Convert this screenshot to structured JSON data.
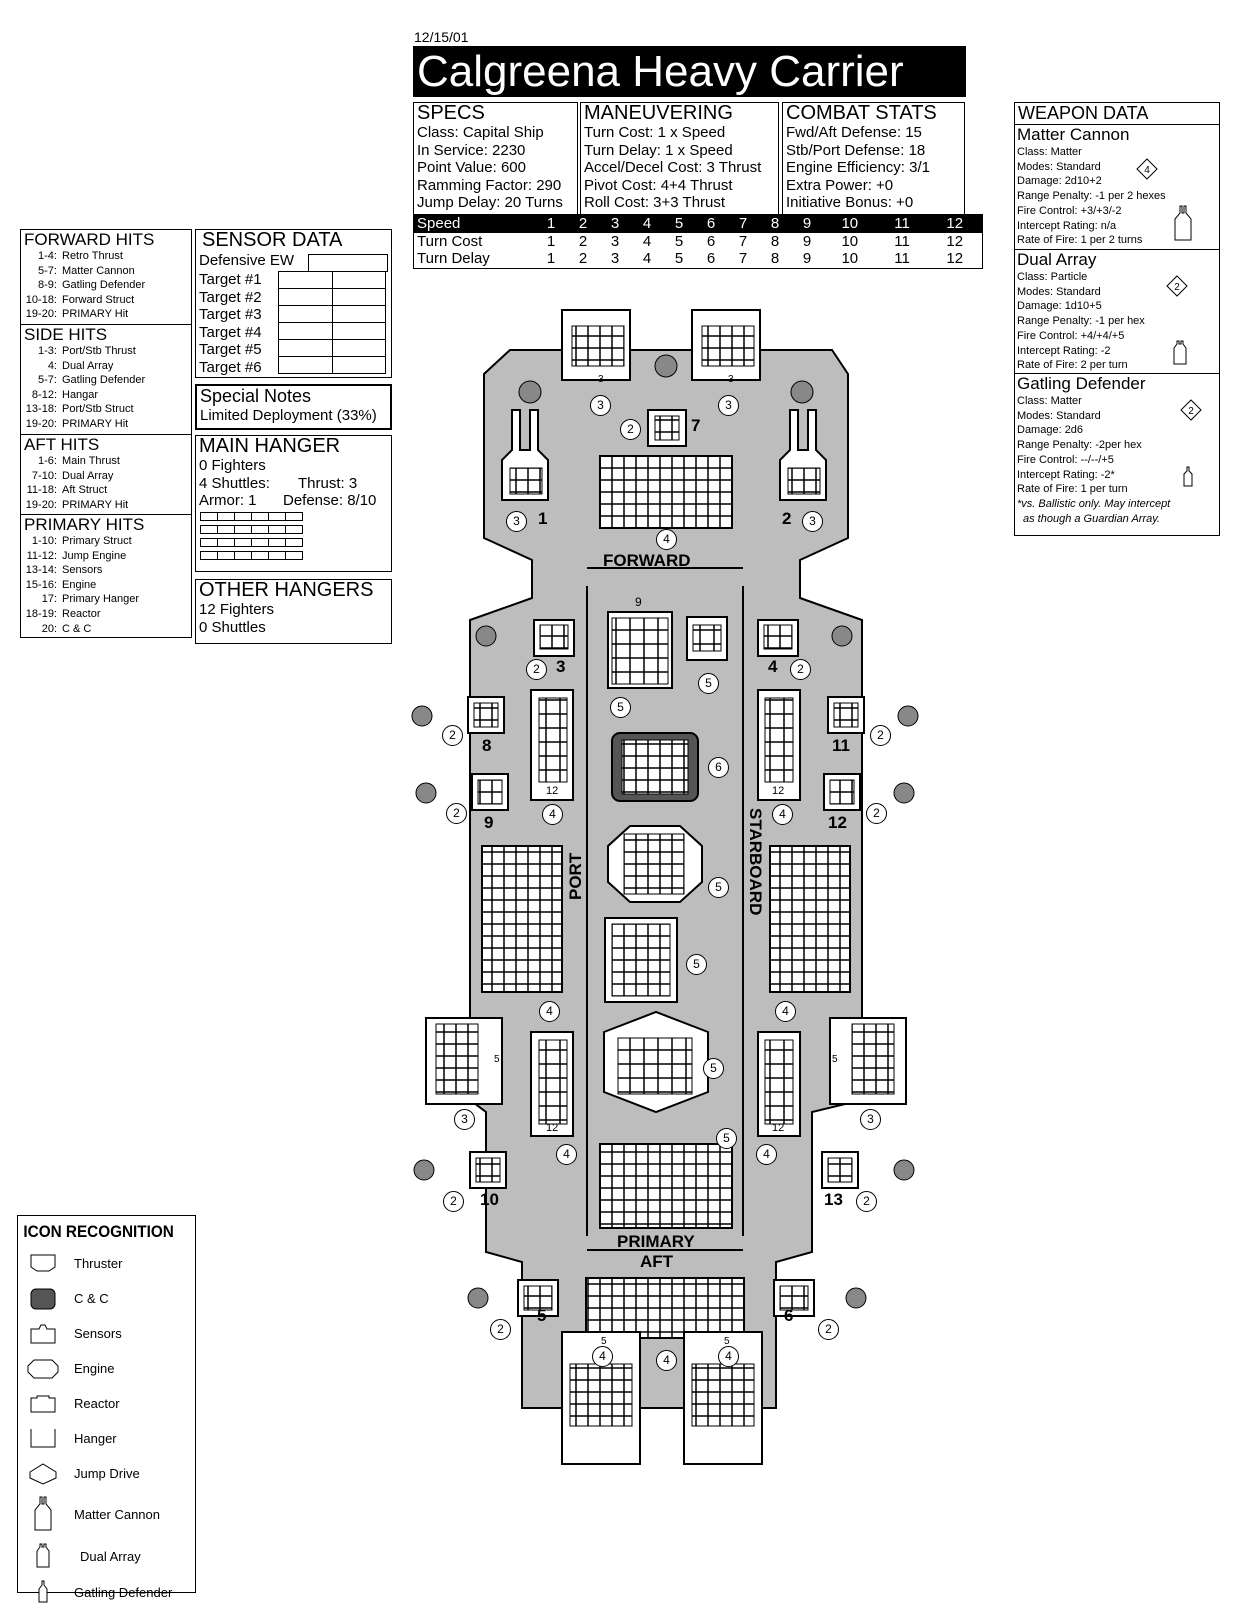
{
  "header": {
    "date": "12/15/01",
    "title": "Calgreena Heavy Carrier"
  },
  "specs": {
    "heading": "SPECS",
    "lines": [
      "Class: Capital Ship",
      "In Service: 2230",
      "Point Value: 600",
      "Ramming Factor: 290",
      "Jump Delay: 20 Turns"
    ]
  },
  "maneuvering": {
    "heading": "MANEUVERING",
    "lines": [
      "Turn Cost: 1 x Speed",
      "Turn Delay: 1 x Speed",
      "Accel/Decel Cost: 3 Thrust",
      "Pivot Cost: 4+4 Thrust",
      "Roll Cost: 3+3 Thrust"
    ]
  },
  "combat": {
    "heading": "COMBAT STATS",
    "lines": [
      "Fwd/Aft Defense: 15",
      "Stb/Port Defense: 18",
      "Engine Efficiency: 3/1",
      "Extra Power: +0",
      "Initiative Bonus: +0"
    ]
  },
  "speed_table": {
    "rows": [
      {
        "label": "Speed",
        "values": [
          "1",
          "2",
          "3",
          "4",
          "5",
          "6",
          "7",
          "8",
          "9",
          "10",
          "11",
          "12"
        ]
      },
      {
        "label": "Turn Cost",
        "values": [
          "1",
          "2",
          "3",
          "4",
          "5",
          "6",
          "7",
          "8",
          "9",
          "10",
          "11",
          "12"
        ]
      },
      {
        "label": "Turn Delay",
        "values": [
          "1",
          "2",
          "3",
          "4",
          "5",
          "6",
          "7",
          "8",
          "9",
          "10",
          "11",
          "12"
        ]
      }
    ]
  },
  "weapons": {
    "heading": "WEAPON DATA",
    "items": [
      {
        "name": "Matter Cannon",
        "badge": "4",
        "lines": [
          "Class: Matter",
          "Modes: Standard",
          "Damage: 2d10+2",
          "Range Penalty: -1 per 2 hexes",
          "Fire Control: +3/+3/-2",
          "Intercept Rating: n/a",
          "Rate of Fire: 1 per 2 turns"
        ]
      },
      {
        "name": "Dual Array",
        "badge": "2",
        "lines": [
          "Class: Particle",
          "Modes: Standard",
          "Damage: 1d10+5",
          "Range Penalty: -1 per hex",
          "Fire Control: +4/+4/+5",
          "Intercept Rating: -2",
          "Rate of Fire: 2 per turn"
        ]
      },
      {
        "name": "Gatling Defender",
        "badge": "2",
        "lines": [
          "Class: Matter",
          "Modes: Standard",
          "Damage: 2d6",
          "Range Penalty: -2per hex",
          "Fire Control: --/--/+5",
          "Intercept Rating: -2*",
          "Rate of Fire: 1 per turn"
        ],
        "notes": [
          "*vs. Ballistic only.  May intercept",
          "as though a Guardian Array."
        ]
      }
    ]
  },
  "hits": [
    {
      "heading": "FORWARD HITS",
      "rows": [
        [
          "1-4:",
          "Retro Thrust"
        ],
        [
          "5-7:",
          "Matter Cannon"
        ],
        [
          "8-9:",
          "Gatling Defender"
        ],
        [
          "10-18:",
          "Forward Struct"
        ],
        [
          "19-20:",
          "PRIMARY Hit"
        ]
      ]
    },
    {
      "heading": "SIDE HITS",
      "rows": [
        [
          "1-3:",
          "Port/Stb Thrust"
        ],
        [
          "4:",
          "Dual Array"
        ],
        [
          "5-7:",
          "Gatling Defender"
        ],
        [
          "8-12:",
          "Hangar"
        ],
        [
          "13-18:",
          "Port/Stb Struct"
        ],
        [
          "19-20:",
          "PRIMARY Hit"
        ]
      ]
    },
    {
      "heading": "AFT HITS",
      "rows": [
        [
          "1-6:",
          "Main Thrust"
        ],
        [
          "7-10:",
          "Dual Array"
        ],
        [
          "11-18:",
          "Aft Struct"
        ],
        [
          "19-20:",
          "PRIMARY Hit"
        ]
      ]
    },
    {
      "heading": "PRIMARY HITS",
      "rows": [
        [
          "1-10:",
          "Primary Struct"
        ],
        [
          "11-12:",
          "Jump Engine"
        ],
        [
          "13-14:",
          "Sensors"
        ],
        [
          "15-16:",
          "Engine"
        ],
        [
          "17:",
          "Primary Hanger"
        ],
        [
          "18-19:",
          "Reactor"
        ],
        [
          "20:",
          "C & C"
        ]
      ]
    }
  ],
  "sensor": {
    "heading": "SENSOR DATA",
    "ew_label": "Defensive EW",
    "targets": [
      "Target #1",
      "Target #2",
      "Target #3",
      "Target #4",
      "Target #5",
      "Target #6"
    ]
  },
  "special_notes": {
    "heading": "Special Notes",
    "text": "Limited Deployment (33%)"
  },
  "main_hanger": {
    "heading": "MAIN HANGER",
    "fighters": "0 Fighters",
    "shuttles": "4 Shuttles:",
    "thrust": "Thrust: 3",
    "armor": "Armor: 1",
    "defense": "Defense: 8/10"
  },
  "other_hangers": {
    "heading": "OTHER HANGERS",
    "fighters": "12 Fighters",
    "shuttles": "0 Shuttles"
  },
  "ship": {
    "section_labels": {
      "forward": "FORWARD",
      "port": "PORT",
      "starboard": "STARBOARD",
      "primary": "PRIMARY",
      "aft": "AFT"
    },
    "weapon_numbers": [
      "1",
      "2",
      "3",
      "4",
      "5",
      "6",
      "7",
      "8",
      "9",
      "10",
      "11",
      "12",
      "13"
    ],
    "armor_values": [
      "2",
      "3",
      "4",
      "5",
      "6"
    ],
    "system_values": [
      "3",
      "9",
      "12",
      "5"
    ]
  },
  "icon_recognition": {
    "heading": "ICON RECOGNITION",
    "items": [
      {
        "icon": "thruster-icon",
        "label": "Thruster"
      },
      {
        "icon": "c-and-c-icon",
        "label": "C & C"
      },
      {
        "icon": "sensors-icon",
        "label": "Sensors"
      },
      {
        "icon": "engine-icon",
        "label": "Engine"
      },
      {
        "icon": "reactor-icon",
        "label": "Reactor"
      },
      {
        "icon": "hanger-icon",
        "label": "Hanger"
      },
      {
        "icon": "jump-drive-icon",
        "label": "Jump Drive"
      },
      {
        "icon": "matter-cannon-icon",
        "label": "Matter Cannon"
      },
      {
        "icon": "dual-array-icon",
        "label": "Dual Array"
      },
      {
        "icon": "gatling-defender-icon",
        "label": "Gatling Defender"
      }
    ]
  },
  "colors": {
    "hull": "#bdbdbd",
    "ink": "#000000",
    "paper": "#ffffff",
    "cc": "#555555"
  }
}
